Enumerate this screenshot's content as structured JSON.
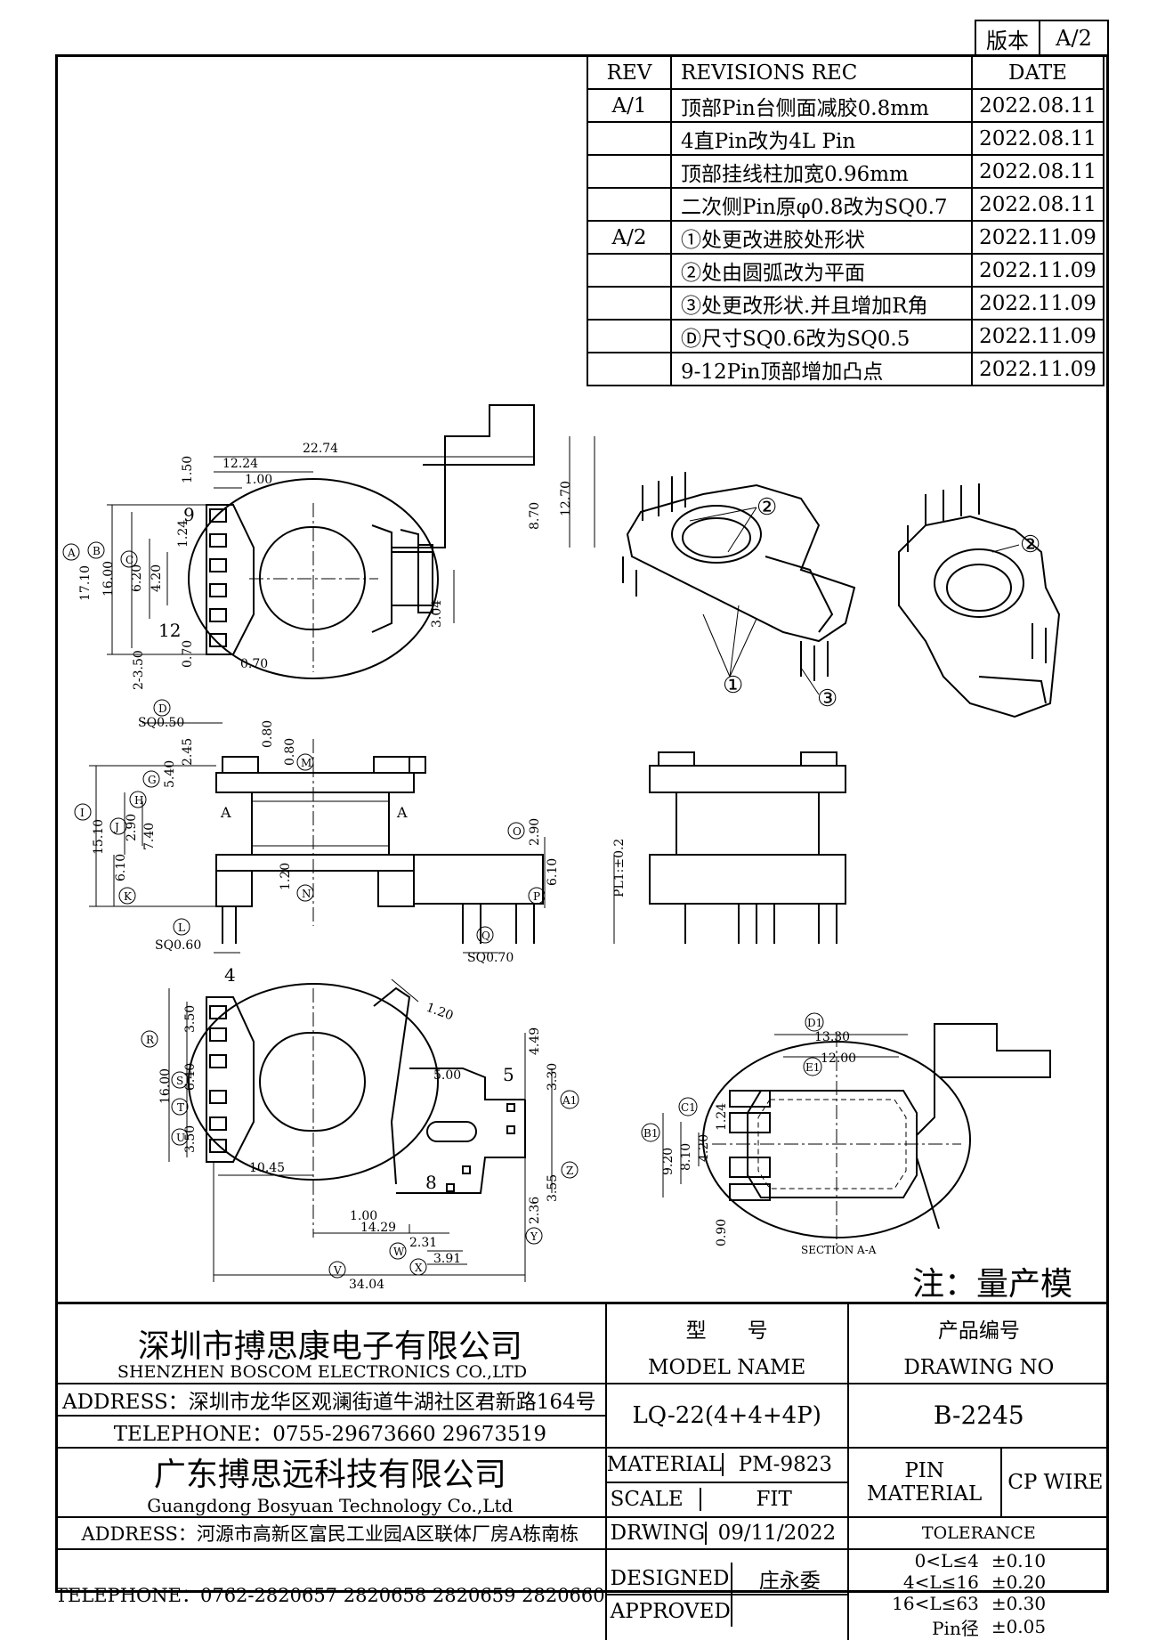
{
  "version_box": {
    "label": "版本",
    "value": "A/2"
  },
  "revisions": {
    "headers": {
      "rev": "REV",
      "desc": "REVISIONS REC",
      "date": "DATE"
    },
    "rows": [
      {
        "rev": "A/1",
        "desc": "顶部Pin台侧面减胶0.8mm",
        "date": "2022.08.11"
      },
      {
        "rev": "",
        "desc": "4直Pin改为4L Pin",
        "date": "2022.08.11"
      },
      {
        "rev": "",
        "desc": "顶部挂线柱加宽0.96mm",
        "date": "2022.08.11"
      },
      {
        "rev": "",
        "desc": "二次侧Pin原φ0.8改为SQ0.7",
        "date": "2022.08.11"
      },
      {
        "rev": "A/2",
        "desc": "①处更改进胶处形状",
        "date": "2022.11.09"
      },
      {
        "rev": "",
        "desc": "②处由圆弧改为平面",
        "date": "2022.11.09"
      },
      {
        "rev": "",
        "desc": "③处更改形状.并且增加R角",
        "date": "2022.11.09"
      },
      {
        "rev": "",
        "desc": "Ⓓ尺寸SQ0.6改为SQ0.5",
        "date": "2022.11.09"
      },
      {
        "rev": "",
        "desc": "9-12Pin顶部增加凸点",
        "date": "2022.11.09"
      }
    ]
  },
  "drawing": {
    "top_view": {
      "dims": [
        "22.74",
        "12.24",
        "1.00",
        "1.50",
        "8.70",
        "12.70",
        "17.10",
        "16.00",
        "6.20",
        "4.20",
        "1.24",
        "3.04",
        "2-3.50",
        "0.70",
        "0.70"
      ],
      "pins": [
        "9",
        "12"
      ],
      "markers": [
        "A",
        "B",
        "C"
      ]
    },
    "side_view": {
      "dims": [
        "SQ0.50",
        "2.45",
        "0.80",
        "0.80",
        "5.40",
        "15.10",
        "2.90",
        "7.40",
        "6.10",
        "1.20",
        "SQ0.60",
        "SQ0.70",
        "2.90",
        "6.10"
      ],
      "section": [
        "A",
        "A"
      ],
      "markers": [
        "D",
        "G",
        "H",
        "I",
        "J",
        "K",
        "L",
        "M",
        "N",
        "O",
        "P",
        "Q"
      ]
    },
    "bottom_view": {
      "dims": [
        "1.20",
        "4.49",
        "16.00",
        "3.50",
        "6.40",
        "3.50",
        "5.00",
        "3.30",
        "10.45",
        "3.55",
        "2.36",
        "1.00",
        "14.29",
        "2.31",
        "3.91",
        "34.04"
      ],
      "pins": [
        "4",
        "5",
        "8"
      ],
      "markers": [
        "R",
        "S",
        "T",
        "U",
        "A1",
        "Z",
        "Y",
        "W",
        "X",
        "V"
      ]
    },
    "section_view": {
      "dims": [
        "13.30",
        "12.00",
        "1.24",
        "9.20",
        "8.10",
        "4.20",
        "0.90"
      ],
      "label": "SECTION A-A",
      "markers": [
        "D1",
        "E1",
        "C1",
        "B1"
      ]
    },
    "front_view": {
      "dim": "PL1:±0.2"
    },
    "iso_callouts": [
      "②",
      "②",
      "①",
      "③",
      "②"
    ]
  },
  "note": "注：量产模",
  "title_block": {
    "company1_cn": "深圳市搏思康电子有限公司",
    "company1_en": "SHENZHEN BOSCOM ELECTRONICS CO.,LTD",
    "address1": "ADDRESS：深圳市龙华区观澜街道牛湖社区君新路164号",
    "telephone1": "TELEPHONE：0755-29673660 29673519",
    "company2_cn": "广东搏思远科技有限公司",
    "company2_en": "Guangdong Bosyuan Technology Co.,Ltd",
    "address2": "ADDRESS：河源市高新区富民工业园A区联体厂房A栋南栋",
    "telephone2": "TELEPHONE：0762-2820657 2820658 2820659 2820660",
    "model_name_cn": "型　　号",
    "model_name_en": "MODEL NAME",
    "model_value": "LQ-22(4+4+4P)",
    "drawing_no_cn": "产品编号",
    "drawing_no_en": "DRAWING NO",
    "drawing_no_value": "B-2245",
    "material_label": "MATERIAL",
    "material_value": "PM-9823",
    "scale_label": "SCALE",
    "scale_value": "FIT",
    "drawing_label": "DRWING",
    "drawing_date": "09/11/2022",
    "designed_label": "DESIGNED",
    "designed_value": "庄永委",
    "approved_label": "APPROVED",
    "approved_value": "",
    "pin_material_label1": "PIN",
    "pin_material_label2": "MATERIAL",
    "pin_material_value": "CP WIRE",
    "tolerance_label": "TOLERANCE",
    "tolerances": [
      {
        "range": "0<L≤4",
        "value": "±0.10"
      },
      {
        "range": "4<L≤16",
        "value": "±0.20"
      },
      {
        "range": "16<L≤63",
        "value": "±0.30"
      },
      {
        "range": "Pin径",
        "value": "±0.05"
      }
    ]
  }
}
